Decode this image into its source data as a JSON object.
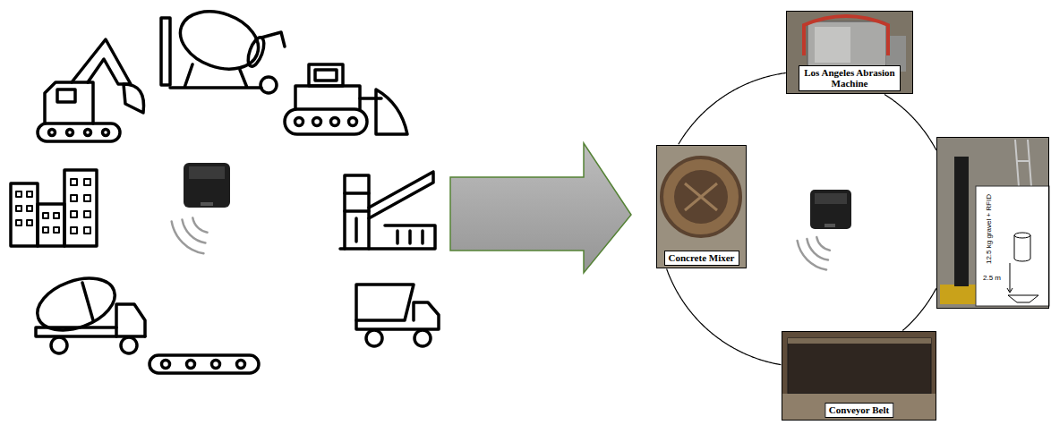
{
  "diagram": {
    "nodes": [
      {
        "text": [
          "Los Angeles Abrasion Machine"
        ]
      },
      {
        "text": [
          "12.5 kg gravel + RFID",
          "2.5 m"
        ]
      },
      {
        "text": [
          "Conveyor Belt"
        ]
      },
      {
        "text": [
          "Concrete Mixer"
        ]
      }
    ],
    "edges": [
      {
        "from": 0,
        "to": 1,
        "arrow": "none"
      },
      {
        "from": 1,
        "to": 2,
        "arrow": "none"
      },
      {
        "from": 2,
        "to": 3,
        "arrow": "none"
      },
      {
        "from": 3,
        "to": 0,
        "arrow": "none"
      }
    ]
  }
}
